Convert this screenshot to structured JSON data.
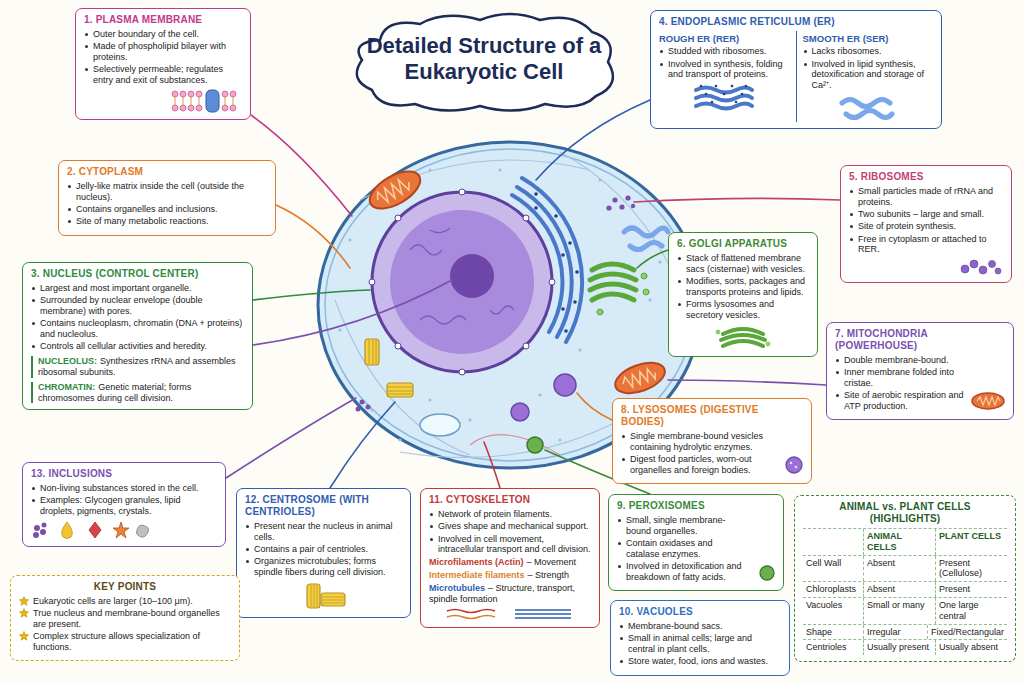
{
  "diagram": {
    "title": "Detailed Structure of a Eukaryotic Cell",
    "nodes": [
      {
        "text": [
          "1. PLASMA MEMBRANE",
          "Outer boundary of the cell.",
          "Made of phospholipid bilayer with proteins.",
          "Selectively permeable; regulates entry and exit of substances."
        ]
      },
      {
        "text": [
          "2. CYTOPLASM",
          "Jelly-like matrix inside the cell (outside the nucleus).",
          "Contains organelles and inclusions.",
          "Site of many metabolic reactions."
        ]
      },
      {
        "text": [
          "3. NUCLEUS (CONTROL CENTER)",
          "Largest and most important organelle.",
          "Surrounded by nuclear envelope (double membrane) with pores.",
          "Contains nucleoplasm, chromatin (DNA + proteins) and nucleolus.",
          "Controls all cellular activities and heredity.",
          "NUCLEOLUS:",
          "Synthesizes rRNA and assembles ribosomal subunits.",
          "CHROMATIN:",
          "Genetic material; forms chromosomes during cell division."
        ]
      },
      {
        "text": [
          "4. ENDOPLASMIC RETICULUM (ER)",
          "ROUGH ER (RER)",
          "Studded with ribosomes.",
          "Involved in synthesis, folding and transport of proteins.",
          "SMOOTH ER (SER)",
          "Lacks ribosomes.",
          "Involved in lipid synthesis, detoxification and storage of Ca²⁺."
        ]
      },
      {
        "text": [
          "5. RIBOSOMES",
          "Small particles made of rRNA and proteins.",
          "Two subunits – large and small.",
          "Site of protein synthesis.",
          "Free in cytoplasm or attached to RER."
        ]
      },
      {
        "text": [
          "6. GOLGI APPARATUS",
          "Stack of flattened membrane sacs (cisternae) with vesicles.",
          "Modifies, sorts, packages and transports proteins and lipids.",
          "Forms lysosomes and secretory vesicles."
        ]
      },
      {
        "text": [
          "7. MITOCHONDRIA (POWERHOUSE)",
          "Double membrane-bound.",
          "Inner membrane folded into cristae.",
          "Site of aerobic respiration and ATP production."
        ]
      },
      {
        "text": [
          "8. LYSOSOMES (DIGESTIVE BODIES)",
          "Single membrane-bound vesicles containing hydrolytic enzymes.",
          "Digest food particles, worn-out organelles and foreign bodies."
        ]
      },
      {
        "text": [
          "9. PEROXISOMES",
          "Small, single membrane-bound organelles.",
          "Contain oxidases and catalase enzymes.",
          "Involved in detoxification and breakdown of fatty acids."
        ]
      },
      {
        "text": [
          "10. VACUOLES",
          "Membrane-bound sacs.",
          "Small in animal cells; large and central in plant cells.",
          "Store water, food, ions and wastes."
        ]
      },
      {
        "text": [
          "11. CYTOSKELETON",
          "Network of protein filaments.",
          "Gives shape and mechanical support.",
          "Involved in cell movement, intracellular transport and cell division.",
          "Microfilaments (Actin)",
          "– Movement",
          "Intermediate filaments",
          "– Strength",
          "Microtubules",
          "– Structure, transport, spindle formation"
        ]
      },
      {
        "text": [
          "12. CENTROSOME (WITH CENTRIOLES)",
          "Present near the nucleus in animal cells.",
          "Contains a pair of centrioles.",
          "Organizes microtubules; forms spindle fibers during cell division."
        ]
      },
      {
        "text": [
          "13. INCLUSIONS",
          "Non-living substances stored in the cell.",
          "Examples: Glycogen granules, lipid droplets, pigments, crystals."
        ]
      },
      {
        "text": [
          "KEY POINTS",
          "Eukaryotic cells are larger (10–100 μm).",
          "True nucleus and membrane-bound organelles are present.",
          "Complex structure allows specialization of functions."
        ]
      },
      {
        "text": [
          "ANIMAL vs. PLANT CELLS (HIGHLIGHTS)",
          "ANIMAL CELLS",
          "PLANT CELLS",
          "Cell Wall",
          "Absent",
          "Present (Cellulose)",
          "Chloroplasts",
          "Absent",
          "Present",
          "Vacuoles",
          "Small or many",
          "One large central",
          "Shape",
          "Irregular",
          "Fixed/Rectangular",
          "Centrioles",
          "Usually present",
          "Usually absent"
        ]
      }
    ]
  }
}
